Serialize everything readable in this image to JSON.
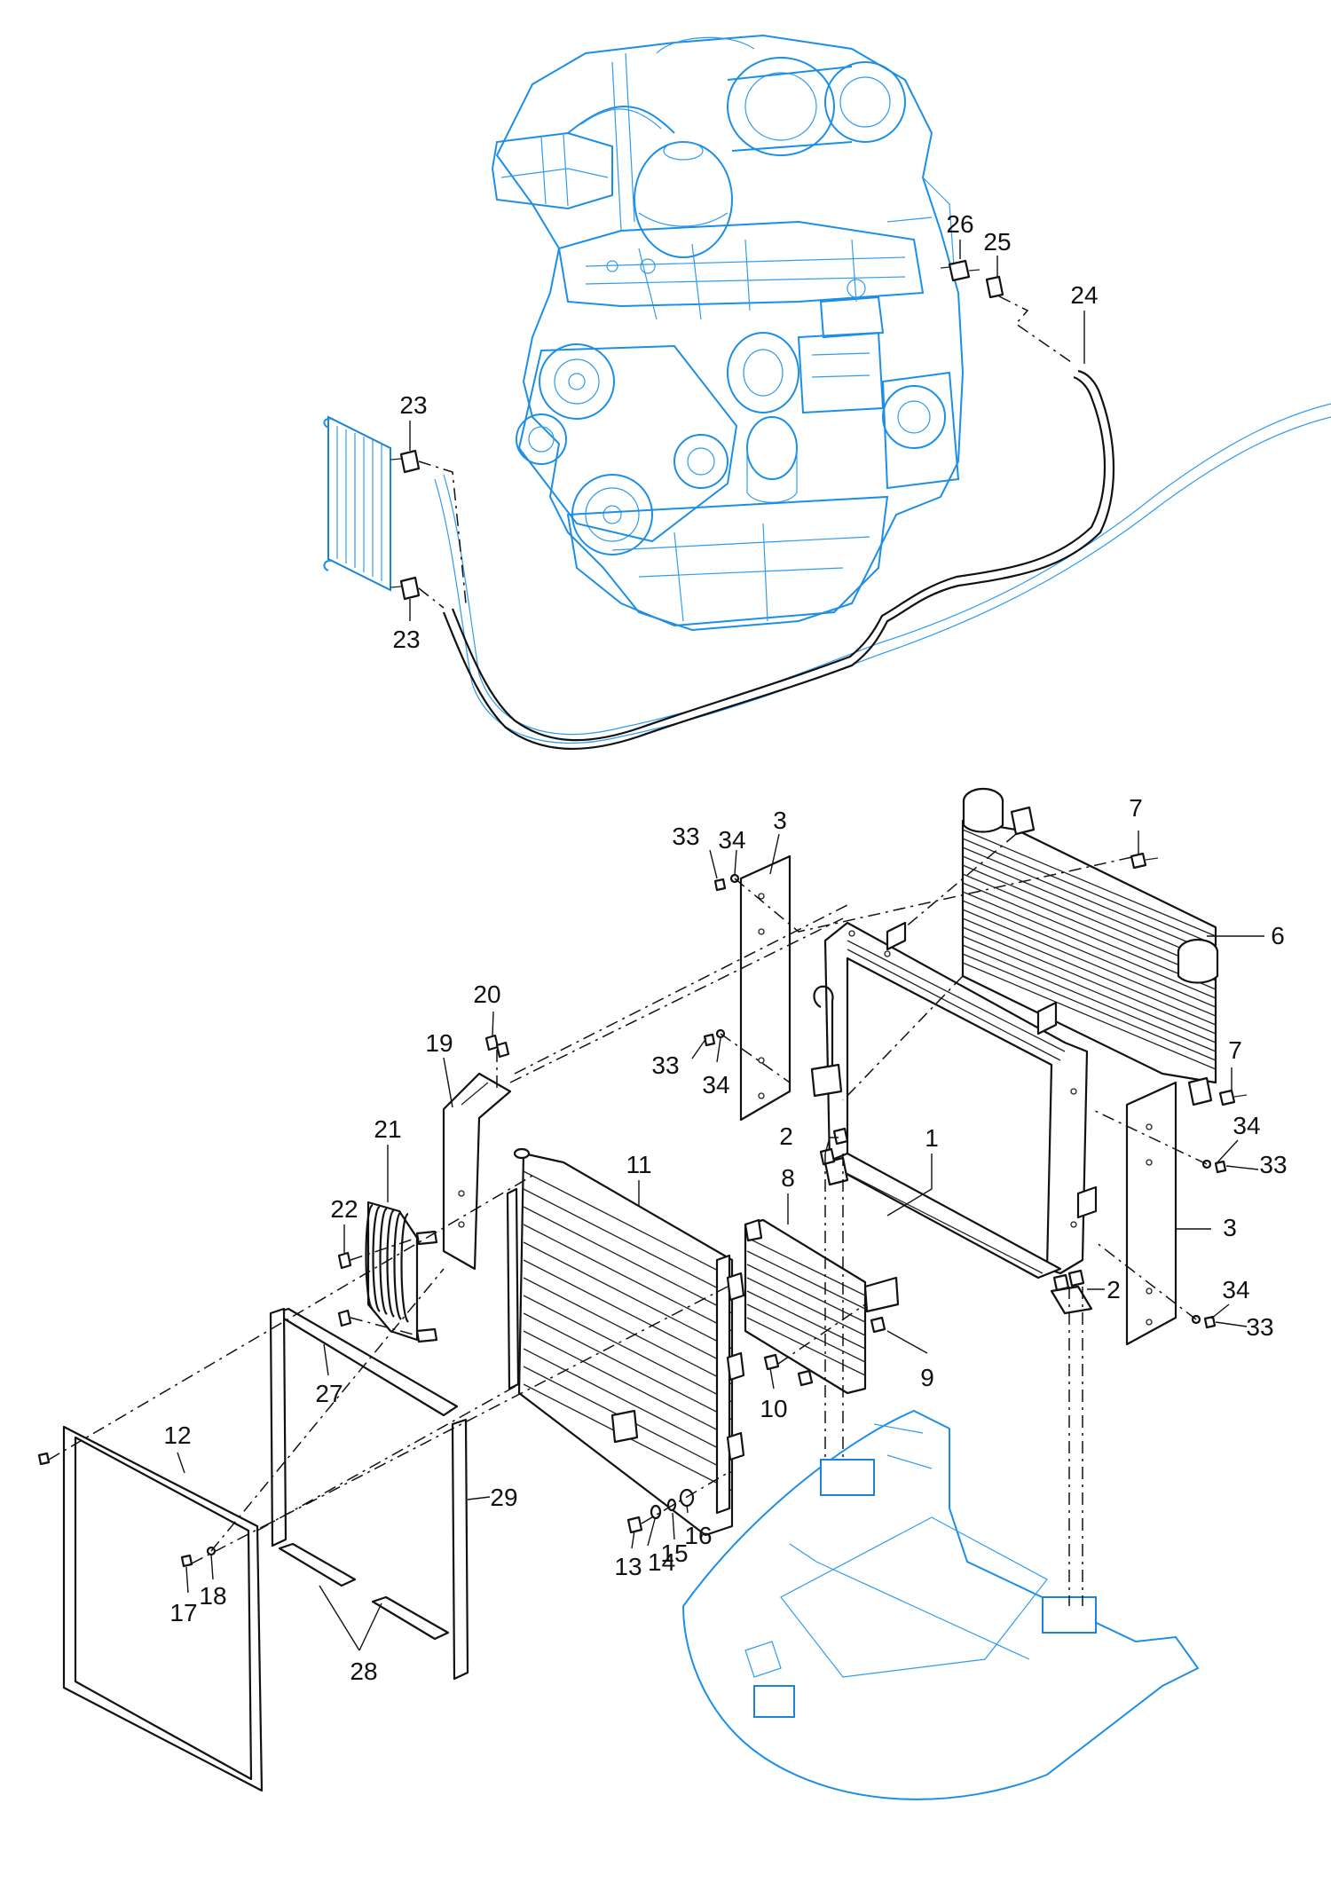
{
  "callouts": [
    {
      "id": "c26",
      "text": "26"
    },
    {
      "id": "c25",
      "text": "25"
    },
    {
      "id": "c24",
      "text": "24"
    },
    {
      "id": "c23a",
      "text": "23"
    },
    {
      "id": "c23b",
      "text": "23"
    },
    {
      "id": "c33a",
      "text": "33"
    },
    {
      "id": "c34a",
      "text": "34"
    },
    {
      "id": "c3a",
      "text": "3"
    },
    {
      "id": "c7a",
      "text": "7"
    },
    {
      "id": "c6",
      "text": "6"
    },
    {
      "id": "c20",
      "text": "20"
    },
    {
      "id": "c19",
      "text": "19"
    },
    {
      "id": "c33b",
      "text": "33"
    },
    {
      "id": "c34b",
      "text": "34"
    },
    {
      "id": "c7b",
      "text": "7"
    },
    {
      "id": "c21",
      "text": "21"
    },
    {
      "id": "c2a",
      "text": "2"
    },
    {
      "id": "c1",
      "text": "1"
    },
    {
      "id": "c34c",
      "text": "34"
    },
    {
      "id": "c33c",
      "text": "33"
    },
    {
      "id": "c11",
      "text": "11"
    },
    {
      "id": "c22",
      "text": "22"
    },
    {
      "id": "c8",
      "text": "8"
    },
    {
      "id": "c3b",
      "text": "3"
    },
    {
      "id": "c2b",
      "text": "2"
    },
    {
      "id": "c34d",
      "text": "34"
    },
    {
      "id": "c33d",
      "text": "33"
    },
    {
      "id": "c27",
      "text": "27"
    },
    {
      "id": "c9",
      "text": "9"
    },
    {
      "id": "c10",
      "text": "10"
    },
    {
      "id": "c12",
      "text": "12"
    },
    {
      "id": "c29",
      "text": "29"
    },
    {
      "id": "c13",
      "text": "13"
    },
    {
      "id": "c14",
      "text": "14"
    },
    {
      "id": "c15",
      "text": "15"
    },
    {
      "id": "c16",
      "text": "16"
    },
    {
      "id": "c18",
      "text": "18"
    },
    {
      "id": "c17",
      "text": "17"
    },
    {
      "id": "c28",
      "text": "28"
    }
  ],
  "colors": {
    "engine_line": "#1d8ee6",
    "part_line": "#111111",
    "background": "#ffffff"
  }
}
